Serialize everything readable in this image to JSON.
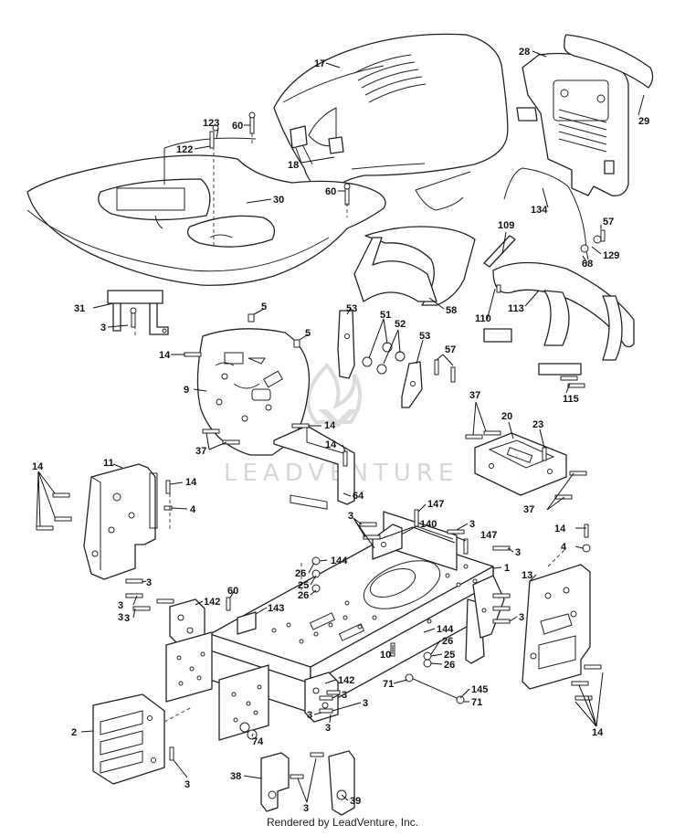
{
  "watermark": {
    "text": "LEADVENTURE"
  },
  "footer": {
    "credit": "Rendered by LeadVenture, Inc."
  },
  "callouts": [
    {
      "id": "c17",
      "text": "17"
    },
    {
      "id": "c28",
      "text": "28"
    },
    {
      "id": "c29",
      "text": "29"
    },
    {
      "id": "c123",
      "text": "123"
    },
    {
      "id": "c60a",
      "text": "60"
    },
    {
      "id": "c122",
      "text": "122"
    },
    {
      "id": "c18",
      "text": "18"
    },
    {
      "id": "c60b",
      "text": "60"
    },
    {
      "id": "c30",
      "text": "30"
    },
    {
      "id": "c134",
      "text": "134"
    },
    {
      "id": "c57a",
      "text": "57"
    },
    {
      "id": "c129",
      "text": "129"
    },
    {
      "id": "c68",
      "text": "68"
    },
    {
      "id": "c109",
      "text": "109"
    },
    {
      "id": "c58",
      "text": "58"
    },
    {
      "id": "c31",
      "text": "31"
    },
    {
      "id": "c3a",
      "text": "3"
    },
    {
      "id": "c5a",
      "text": "5"
    },
    {
      "id": "c5b",
      "text": "5"
    },
    {
      "id": "c14a",
      "text": "14"
    },
    {
      "id": "c9",
      "text": "9"
    },
    {
      "id": "c53a",
      "text": "53"
    },
    {
      "id": "c51",
      "text": "51"
    },
    {
      "id": "c52",
      "text": "52"
    },
    {
      "id": "c53b",
      "text": "53"
    },
    {
      "id": "c57b",
      "text": "57"
    },
    {
      "id": "c110",
      "text": "110"
    },
    {
      "id": "c113",
      "text": "113"
    },
    {
      "id": "c115",
      "text": "115"
    },
    {
      "id": "c37a",
      "text": "37"
    },
    {
      "id": "c14b",
      "text": "14"
    },
    {
      "id": "c37b",
      "text": "37"
    },
    {
      "id": "c20",
      "text": "20"
    },
    {
      "id": "c23",
      "text": "23"
    },
    {
      "id": "c14c",
      "text": "14"
    },
    {
      "id": "c37c",
      "text": "37"
    },
    {
      "id": "c14d",
      "text": "14"
    },
    {
      "id": "c11",
      "text": "11"
    },
    {
      "id": "c14e",
      "text": "14"
    },
    {
      "id": "c4a",
      "text": "4"
    },
    {
      "id": "c64",
      "text": "64"
    },
    {
      "id": "c147a",
      "text": "147"
    },
    {
      "id": "c3b",
      "text": "3"
    },
    {
      "id": "c140",
      "text": "140"
    },
    {
      "id": "c3c",
      "text": "3"
    },
    {
      "id": "c147b",
      "text": "147"
    },
    {
      "id": "c3d",
      "text": "3"
    },
    {
      "id": "c14f",
      "text": "14"
    },
    {
      "id": "c4b",
      "text": "4"
    },
    {
      "id": "c26a",
      "text": "26"
    },
    {
      "id": "c144a",
      "text": "144"
    },
    {
      "id": "c1",
      "text": "1"
    },
    {
      "id": "c13",
      "text": "13"
    },
    {
      "id": "c25a",
      "text": "25"
    },
    {
      "id": "c26b",
      "text": "26"
    },
    {
      "id": "c3e",
      "text": "3"
    },
    {
      "id": "c60c",
      "text": "60"
    },
    {
      "id": "c3f",
      "text": "3"
    },
    {
      "id": "c142a",
      "text": "142"
    },
    {
      "id": "c3g",
      "text": "3"
    },
    {
      "id": "c143",
      "text": "143"
    },
    {
      "id": "c3h",
      "text": "3"
    },
    {
      "id": "c3i",
      "text": "3"
    },
    {
      "id": "c144b",
      "text": "144"
    },
    {
      "id": "c26c",
      "text": "26"
    },
    {
      "id": "c10",
      "text": "10"
    },
    {
      "id": "c25b",
      "text": "25"
    },
    {
      "id": "c26d",
      "text": "26"
    },
    {
      "id": "c142b",
      "text": "142"
    },
    {
      "id": "c71a",
      "text": "71"
    },
    {
      "id": "c145",
      "text": "145"
    },
    {
      "id": "c71b",
      "text": "71"
    },
    {
      "id": "c3j",
      "text": "3"
    },
    {
      "id": "c3k",
      "text": "3"
    },
    {
      "id": "c3l",
      "text": "3"
    },
    {
      "id": "c3m",
      "text": "3"
    },
    {
      "id": "c74",
      "text": "74"
    },
    {
      "id": "c14g",
      "text": "14"
    },
    {
      "id": "c2",
      "text": "2"
    },
    {
      "id": "c3n",
      "text": "3"
    },
    {
      "id": "c38",
      "text": "38"
    },
    {
      "id": "c3o",
      "text": "3"
    },
    {
      "id": "c39",
      "text": "39"
    }
  ]
}
